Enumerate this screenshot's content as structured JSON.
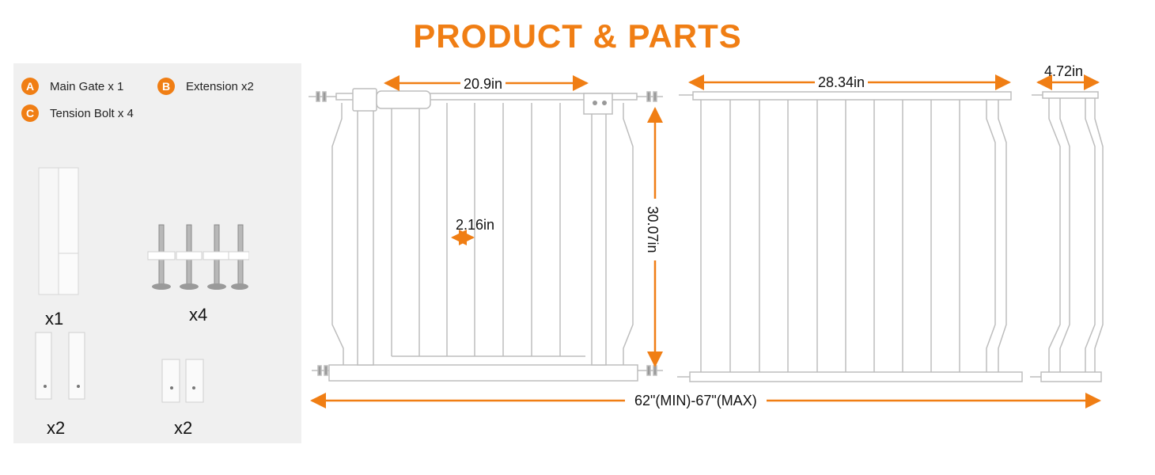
{
  "title": "PRODUCT & PARTS",
  "legend": [
    {
      "letter": "A",
      "text": "Main Gate x 1"
    },
    {
      "letter": "B",
      "text": "Extension x2"
    },
    {
      "letter": "C",
      "text": "Tension Bolt x 4"
    }
  ],
  "parts": {
    "extension_qty": "x1",
    "bolts_qty": "x4",
    "brackets_large_qty": "x2",
    "brackets_small_qty": "x2"
  },
  "dimensions": {
    "gate_width": "20.9in",
    "bar_spacing": "2.16in",
    "gate_height": "30.07in",
    "extension_large": "28.34in",
    "extension_small": "4.72in",
    "total_width": "62\"(MIN)-67\"(MAX)"
  },
  "colors": {
    "accent": "#f07e14",
    "panel": "#f0f0f0"
  }
}
